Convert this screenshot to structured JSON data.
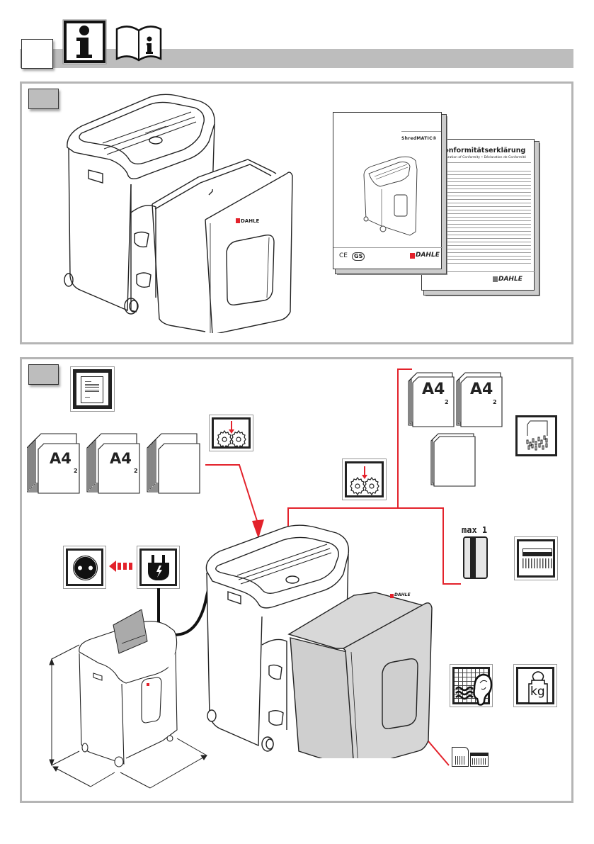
{
  "header": {
    "step_number": "",
    "info_icon": "info-icon",
    "manual_icon": "manual-info-icon"
  },
  "panel_scope_of_delivery": {
    "step_number": "",
    "items": [
      "shredder-with-bin",
      "operating-manual",
      "declaration-of-conformity"
    ],
    "manual": {
      "product_name": "ShredMATIC®",
      "brand": "DAHLE",
      "marks": [
        "CE",
        "GS"
      ]
    },
    "declaration": {
      "title": "Konformitätserklärung",
      "subtitle": "Declaration of Conformity • Déclaration de Conformité",
      "brand": "DAHLE"
    }
  },
  "panel_technical_data": {
    "step_number": "",
    "sheet_capacity": [
      {
        "format": "A4",
        "gsm_label": "2",
        "stack": "many"
      },
      {
        "format": "A4",
        "gsm_label": "2",
        "stack": "many"
      },
      {
        "format": "",
        "gsm_label": "",
        "stack": "many"
      }
    ],
    "manual_feed_capacity": [
      {
        "format": "A4",
        "gsm_label": "2"
      },
      {
        "format": "A4",
        "gsm_label": "2"
      },
      {
        "format": "",
        "gsm_label": ""
      }
    ],
    "cards": {
      "label": "max 1"
    },
    "icons": {
      "document": "document-icon",
      "cutting_unit_auto": "cutting-gears-icon",
      "cutting_unit_manual": "cutting-gears-icon",
      "cut_type_paper": "particle-cut-paper-icon",
      "cut_type_card": "particle-cut-card-icon",
      "socket": "power-socket-icon",
      "plug": "power-plug-icon",
      "noise": "noise-level-icon",
      "weight": "weight-kg-icon",
      "bin_window_cut": "bin-cut-types-icon"
    },
    "weight_label": "kg",
    "brand": "DAHLE",
    "accent_color": "#e3222b"
  }
}
